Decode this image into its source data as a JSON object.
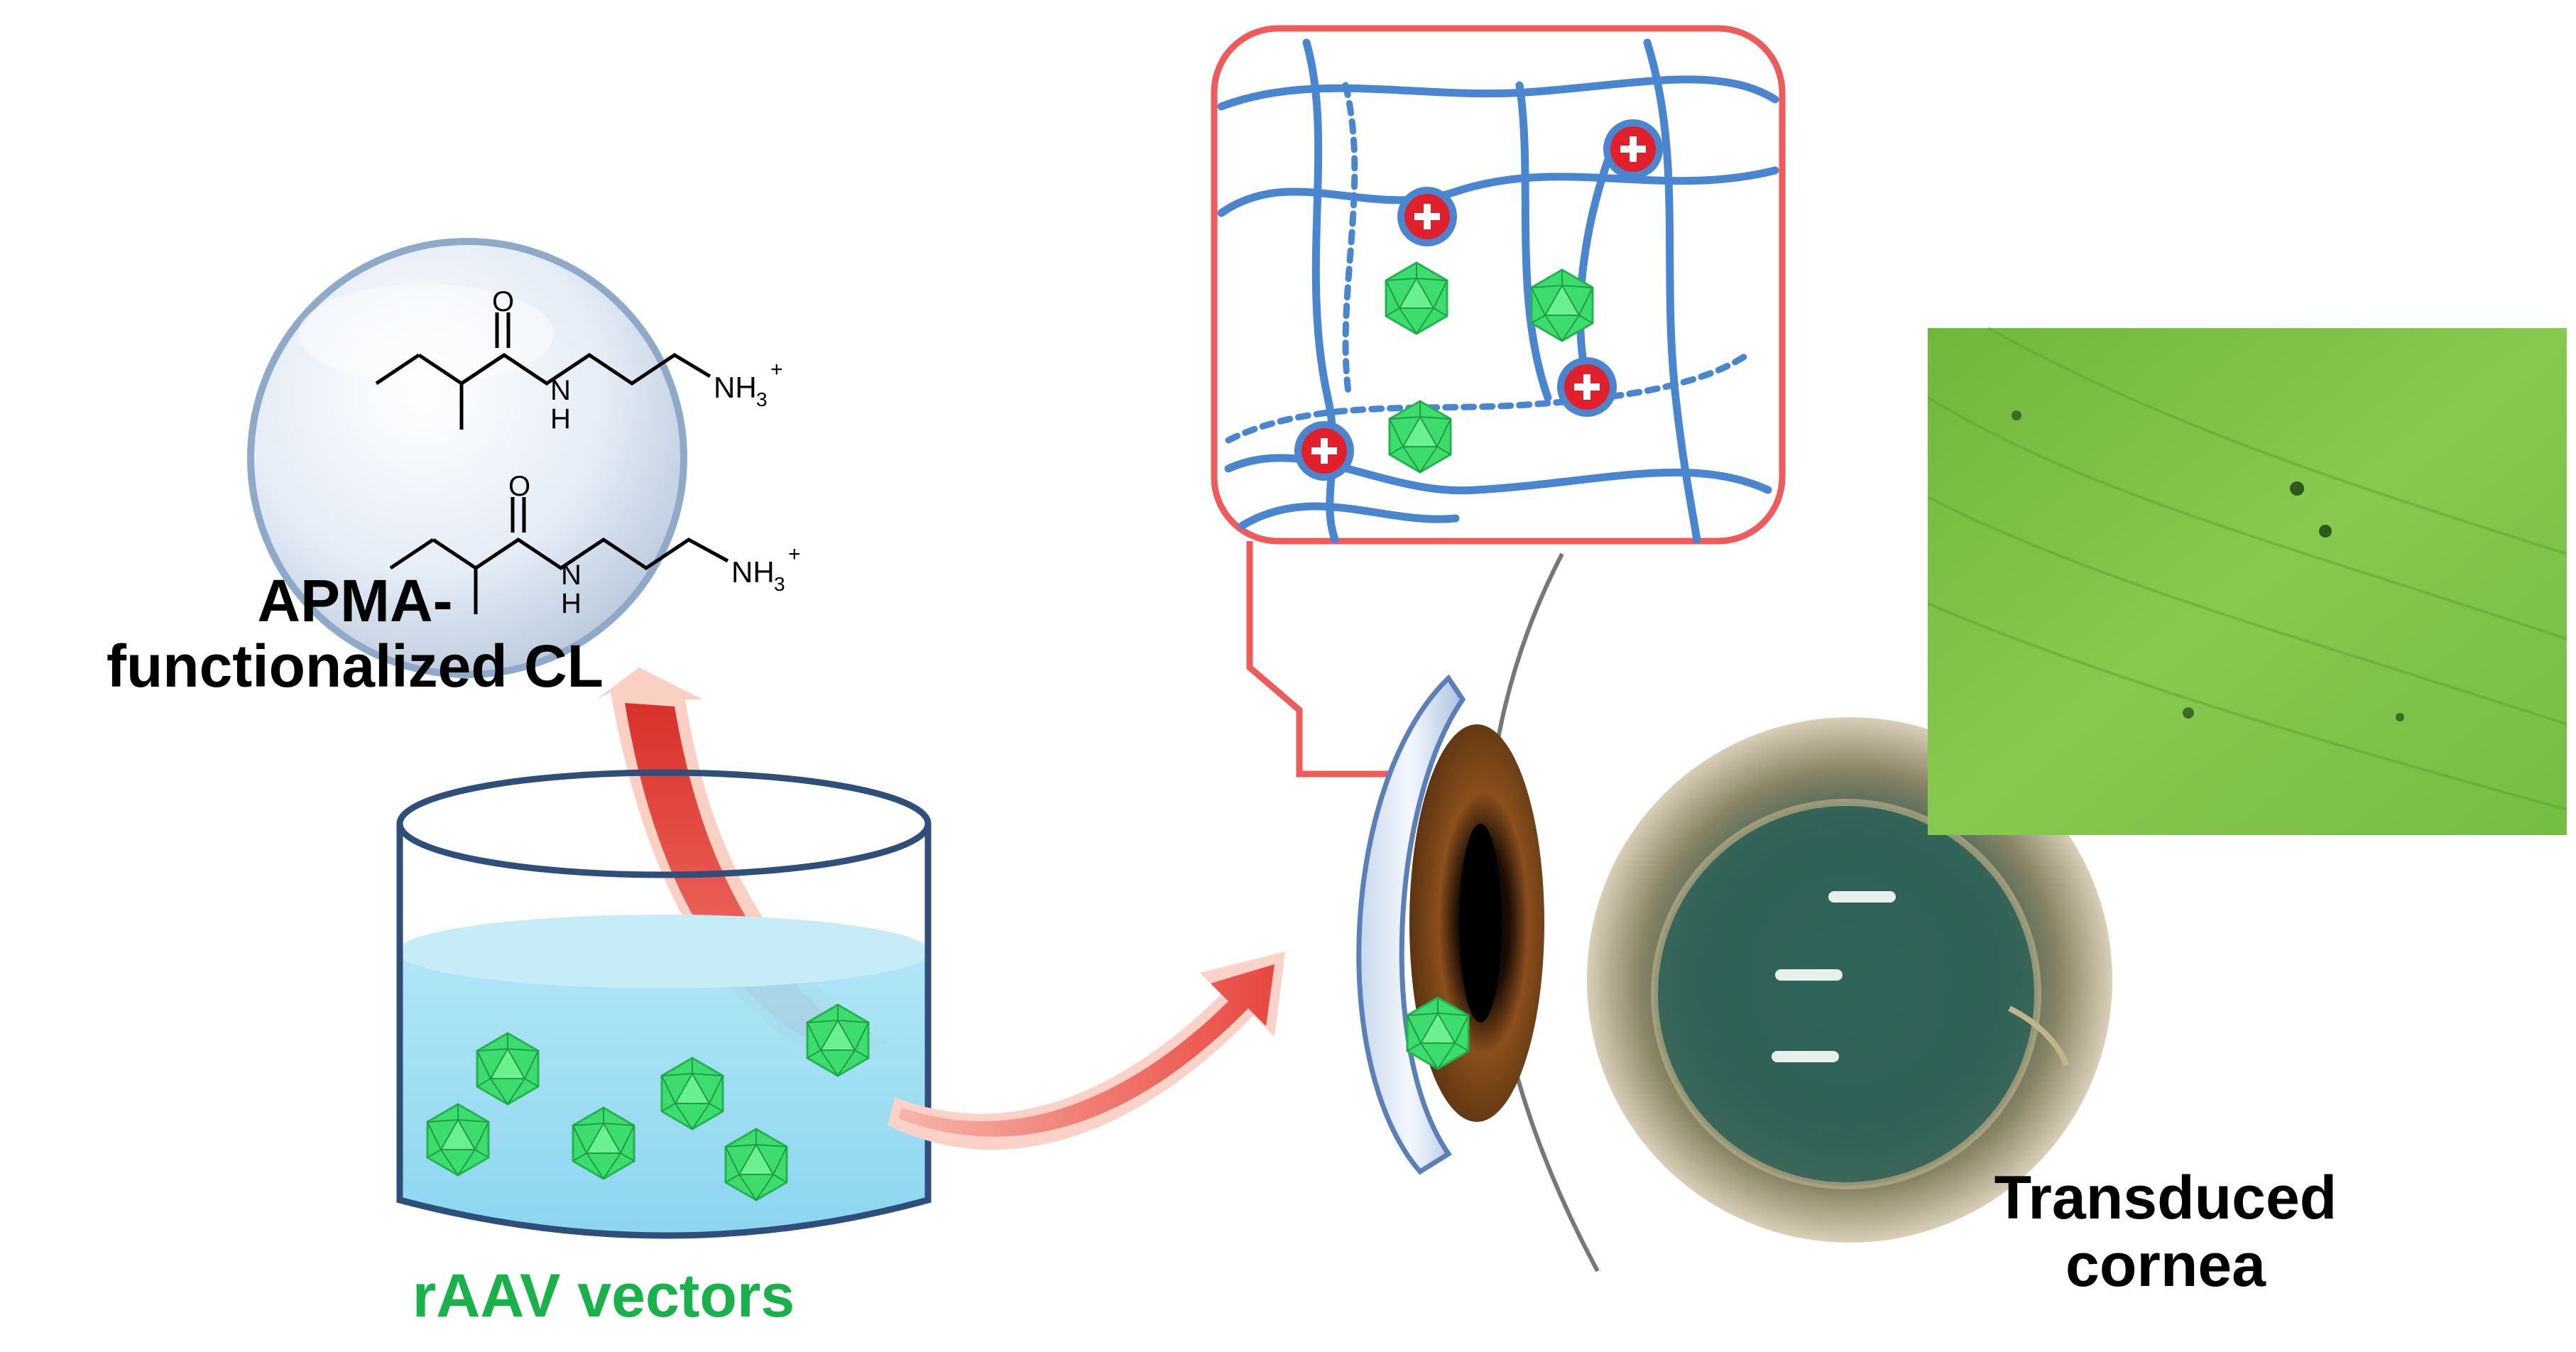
{
  "labels": {
    "apma_line1": "APMA-",
    "apma_line2": "functionalized CL",
    "raav": "rAAV vectors",
    "transduced_line1": "Transduced",
    "transduced_line2": "cornea"
  },
  "chemistry": {
    "atom_O": "O",
    "atom_N": "N",
    "atom_H": "H",
    "group_NH3": "NH",
    "subscript_3": "3",
    "charge_plus": "+"
  },
  "colors": {
    "virus_green": "#3ddc6e",
    "cation_red": "#e0202a",
    "polymer_blue": "#4a86cf",
    "inset_border": "#ef5a5a",
    "arrow_red": "#e8473f",
    "label_green": "#19b24a",
    "micrograph_green": "#7cc243"
  }
}
